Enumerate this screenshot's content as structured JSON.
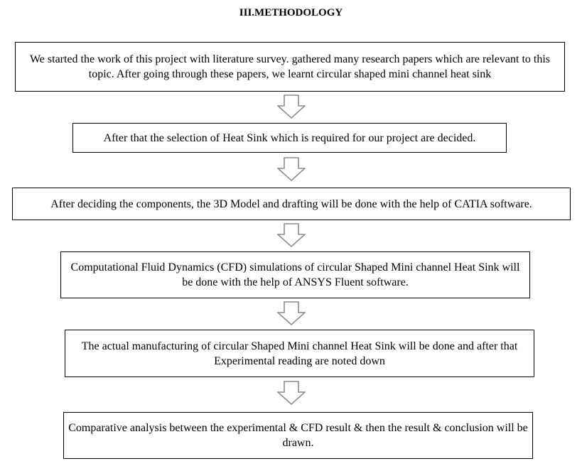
{
  "heading": "III.METHODOLOGY",
  "steps": [
    {
      "text": "We started the work of this project with literature survey. gathered many research papers which are relevant to this topic. After going through these papers, we learnt circular shaped mini channel heat sink"
    },
    {
      "text": "After that the selection of Heat Sink which is required for our project are decided."
    },
    {
      "text": "After deciding the components, the 3D Model and drafting will be done with the help of CATIA software."
    },
    {
      "text": "Computational Fluid Dynamics (CFD) simulations of circular Shaped Mini channel Heat Sink will be done with the help of ANSYS Fluent software."
    },
    {
      "text": "The actual manufacturing of circular Shaped Mini channel Heat Sink will be done and after that   Experimental reading are noted down"
    },
    {
      "text": "Comparative analysis between the experimental & CFD result & then the result & conclusion will be drawn."
    }
  ],
  "colors": {
    "box_border": "#000000",
    "arrow_stroke": "#8c8c8c",
    "arrow_fill": "#ffffff"
  },
  "icons": {
    "flow_arrow": "hollow-down-arrow-icon"
  }
}
